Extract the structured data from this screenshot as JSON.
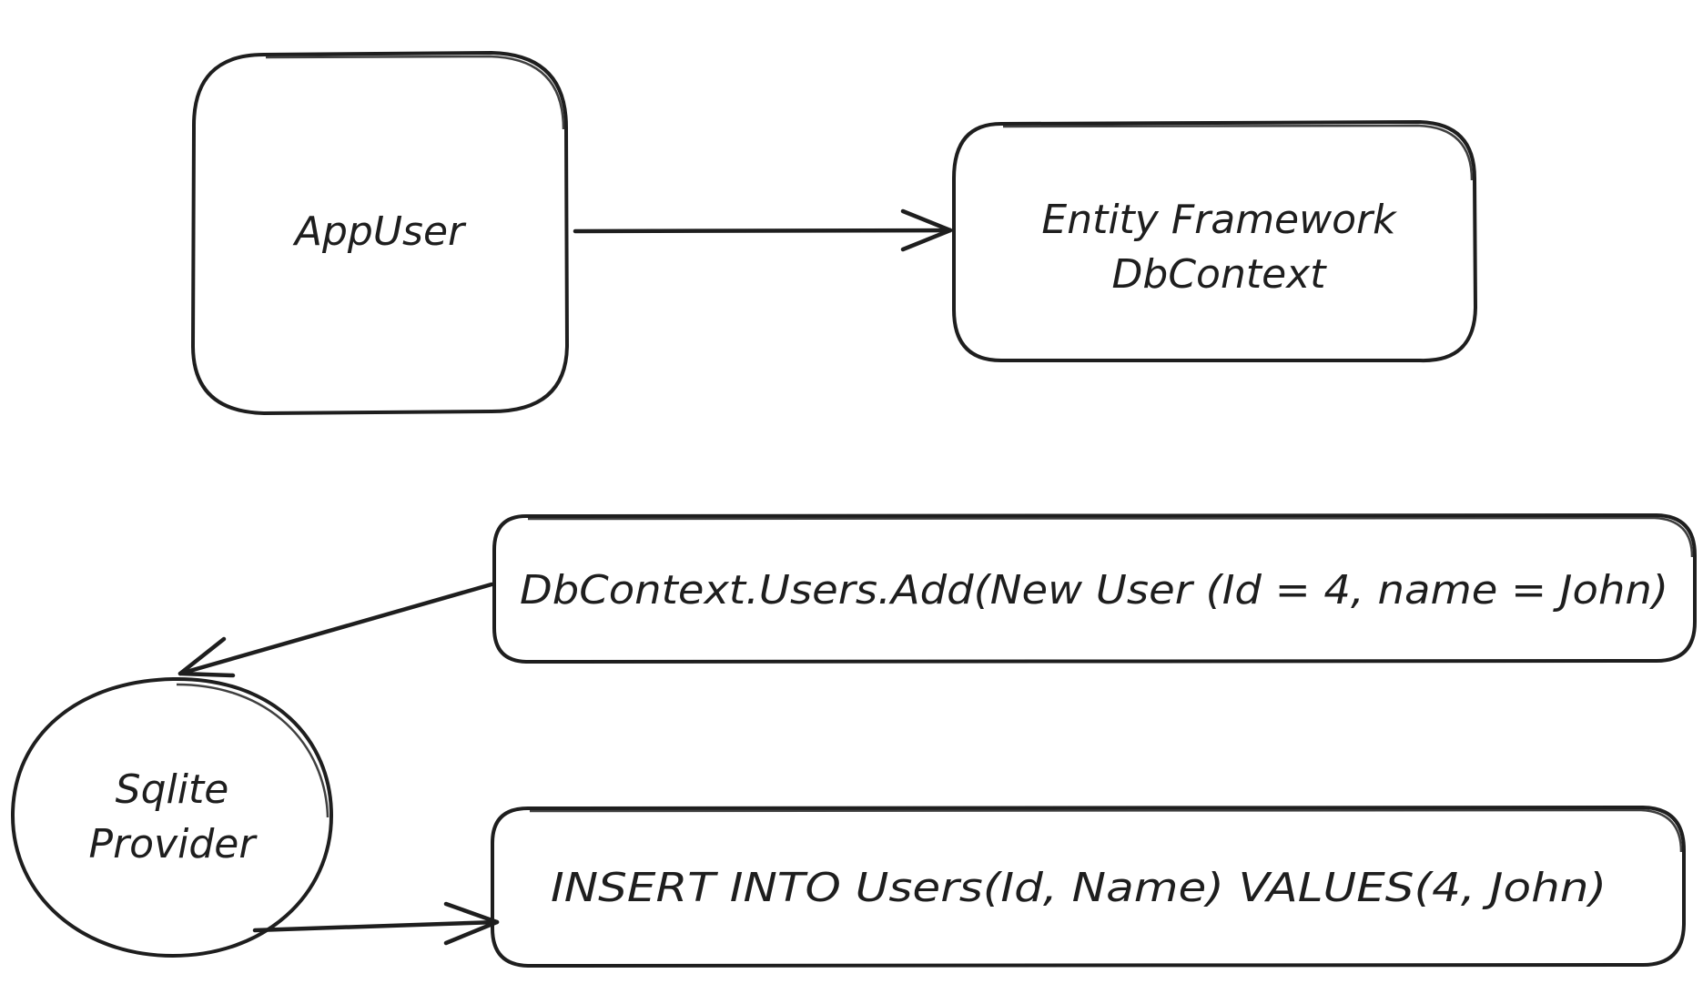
{
  "colors": {
    "stroke": "#1e1e1e",
    "background": "#ffffff"
  },
  "nodes": {
    "app_user": {
      "label": "AppUser",
      "shape": "rounded-rectangle"
    },
    "dbcontext": {
      "line1": "Entity Framework",
      "line2": "DbContext",
      "shape": "rounded-rectangle"
    },
    "add_call": {
      "label": "DbContext.Users.Add(New User (Id = 4, name = John)",
      "shape": "rounded-rectangle"
    },
    "sqlite_provider": {
      "line1": "Sqlite",
      "line2": "Provider",
      "shape": "ellipse"
    },
    "insert_sql": {
      "label": "INSERT INTO Users(Id, Name) VALUES(4, John)",
      "shape": "rounded-rectangle"
    }
  },
  "edges": [
    {
      "from": "app_user",
      "to": "dbcontext"
    },
    {
      "from": "add_call",
      "to": "sqlite_provider"
    },
    {
      "from": "sqlite_provider",
      "to": "insert_sql"
    }
  ]
}
